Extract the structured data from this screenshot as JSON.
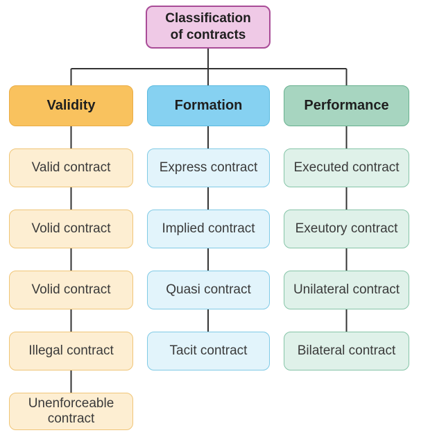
{
  "diagram": {
    "root": {
      "label": "Classification\nof contracts"
    },
    "columns": [
      {
        "title": "Validity",
        "items": [
          "Valid contract",
          "Volid contract",
          "Volid contract",
          "Illegal contract",
          "Unenforceable contract"
        ]
      },
      {
        "title": "Formation",
        "items": [
          "Express contract",
          "Implied contract",
          "Quasi contract",
          "Tacit contract"
        ]
      },
      {
        "title": "Performance",
        "items": [
          "Executed contract",
          "Exeutory contract",
          "Unilateral contract",
          "Bilateral contract"
        ]
      }
    ],
    "colors": {
      "root_fill": "#EFC9E6",
      "root_border": "#A94C97",
      "validity_fill": "#F9C25E",
      "validity_border": "#E9AC45",
      "validity_item_fill": "#FDEED2",
      "validity_item_border": "#F0C577",
      "formation_fill": "#86D1F1",
      "formation_border": "#5ABADF",
      "formation_item_fill": "#E2F4FB",
      "formation_item_border": "#80CAE5",
      "performance_fill": "#A7D5C0",
      "performance_border": "#67B08E",
      "performance_item_fill": "#DFF1E9",
      "performance_item_border": "#85C4A7",
      "connector": "#333333"
    }
  }
}
